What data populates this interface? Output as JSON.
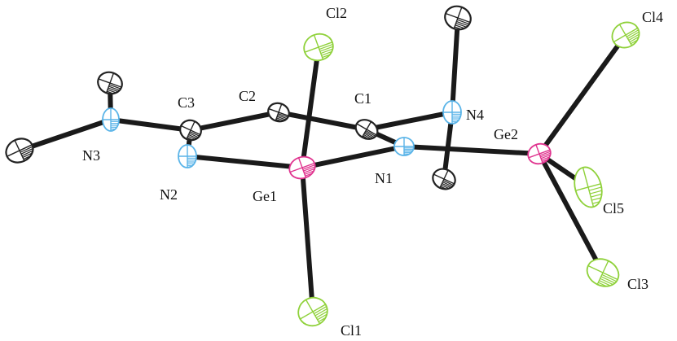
{
  "atoms": [
    {
      "id": "Cl2",
      "label": "Cl2",
      "element": "Cl",
      "color": "#8fd13a"
    },
    {
      "id": "Cl4",
      "label": "Cl4",
      "element": "Cl",
      "color": "#8fd13a"
    },
    {
      "id": "Cl5",
      "label": "Cl5",
      "element": "Cl",
      "color": "#8fd13a"
    },
    {
      "id": "Cl3",
      "label": "Cl3",
      "element": "Cl",
      "color": "#8fd13a"
    },
    {
      "id": "Cl1",
      "label": "Cl1",
      "element": "Cl",
      "color": "#8fd13a"
    },
    {
      "id": "Ge1",
      "label": "Ge1",
      "element": "Ge",
      "color": "#e0348f"
    },
    {
      "id": "Ge2",
      "label": "Ge2",
      "element": "Ge",
      "color": "#e0348f"
    },
    {
      "id": "N1",
      "label": "N1",
      "element": "N",
      "color": "#5ab4e8"
    },
    {
      "id": "N2",
      "label": "N2",
      "element": "N",
      "color": "#5ab4e8"
    },
    {
      "id": "N3",
      "label": "N3",
      "element": "N",
      "color": "#5ab4e8"
    },
    {
      "id": "N4",
      "label": "N4",
      "element": "N",
      "color": "#5ab4e8"
    },
    {
      "id": "C1",
      "label": "C1",
      "element": "C",
      "color": "#222222"
    },
    {
      "id": "C2",
      "label": "C2",
      "element": "C",
      "color": "#222222"
    },
    {
      "id": "C3",
      "label": "C3",
      "element": "C",
      "color": "#222222"
    },
    {
      "id": "Me1",
      "label": "",
      "element": "C",
      "color": "#222222"
    },
    {
      "id": "Me2",
      "label": "",
      "element": "C",
      "color": "#222222"
    },
    {
      "id": "Me3",
      "label": "",
      "element": "C",
      "color": "#222222"
    },
    {
      "id": "Me4",
      "label": "",
      "element": "C",
      "color": "#222222"
    }
  ],
  "bonds": [
    [
      "N3",
      "Me1"
    ],
    [
      "N3",
      "Me2"
    ],
    [
      "N3",
      "C3"
    ],
    [
      "C3",
      "C2"
    ],
    [
      "C3",
      "N2"
    ],
    [
      "C2",
      "C1"
    ],
    [
      "C1",
      "N1"
    ],
    [
      "C1",
      "N4"
    ],
    [
      "N4",
      "Me3"
    ],
    [
      "N4",
      "Me4"
    ],
    [
      "N2",
      "Ge1"
    ],
    [
      "Ge1",
      "N1"
    ],
    [
      "Ge1",
      "Cl2"
    ],
    [
      "Ge1",
      "Cl1"
    ],
    [
      "N1",
      "Ge2"
    ],
    [
      "Ge2",
      "Cl4"
    ],
    [
      "Ge2",
      "Cl5"
    ],
    [
      "Ge2",
      "Cl3"
    ]
  ]
}
